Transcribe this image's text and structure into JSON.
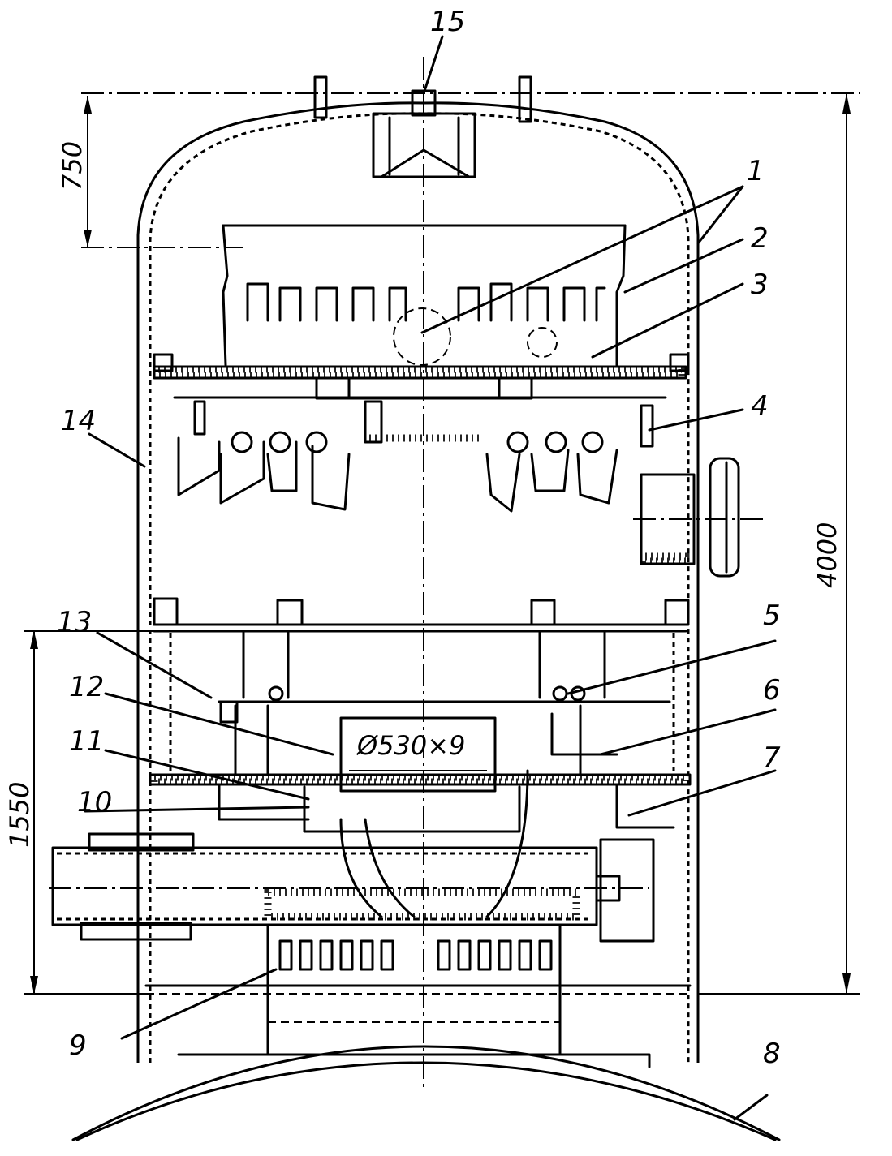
{
  "diagram": {
    "type": "technical-cross-section",
    "description": "Vertical cylindrical vessel cross-section with internal trays, cyclones and inlet nozzle",
    "callouts": [
      {
        "id": "1",
        "label": "1"
      },
      {
        "id": "2",
        "label": "2"
      },
      {
        "id": "3",
        "label": "3"
      },
      {
        "id": "4",
        "label": "4"
      },
      {
        "id": "5",
        "label": "5"
      },
      {
        "id": "6",
        "label": "6"
      },
      {
        "id": "7",
        "label": "7"
      },
      {
        "id": "8",
        "label": "8"
      },
      {
        "id": "9",
        "label": "9"
      },
      {
        "id": "10",
        "label": "10"
      },
      {
        "id": "11",
        "label": "11"
      },
      {
        "id": "12",
        "label": "12"
      },
      {
        "id": "13",
        "label": "13"
      },
      {
        "id": "14",
        "label": "14"
      },
      {
        "id": "15",
        "label": "15"
      }
    ],
    "dimensions": {
      "top_head": "750",
      "overall_height": "4000",
      "lower_section": "1550",
      "pipe_spec": "Ø530×9"
    }
  }
}
